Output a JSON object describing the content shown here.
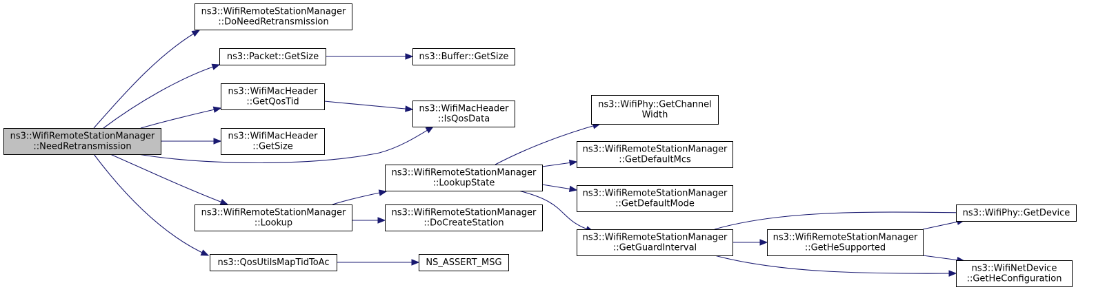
{
  "style": {
    "edge_color": "#191970",
    "node_fill": "#ffffff",
    "root_fill": "#bfbfbf",
    "border_color": "#000000"
  },
  "nodes": [
    {
      "id": "root",
      "name": "node-root-needretransmission",
      "root": true,
      "lines": [
        "ns3::WifiRemoteStationManager",
        "::NeedRetransmission"
      ]
    },
    {
      "id": "doneed",
      "name": "node-doneedretransmission",
      "lines": [
        "ns3::WifiRemoteStationManager",
        "::DoNeedRetransmission"
      ]
    },
    {
      "id": "pktsize",
      "name": "node-packet-getsize",
      "lines": [
        "ns3::Packet::GetSize"
      ]
    },
    {
      "id": "bufsize",
      "name": "node-buffer-getsize",
      "lines": [
        "ns3::Buffer::GetSize"
      ]
    },
    {
      "id": "qostid",
      "name": "node-getqostid",
      "lines": [
        "ns3::WifiMacHeader",
        "::GetQosTid"
      ]
    },
    {
      "id": "isqos",
      "name": "node-isqosdata",
      "lines": [
        "ns3::WifiMacHeader",
        "::IsQosData"
      ]
    },
    {
      "id": "hdrsize",
      "name": "node-wifimacheader-getsize",
      "lines": [
        "ns3::WifiMacHeader",
        "::GetSize"
      ]
    },
    {
      "id": "lookup",
      "name": "node-lookup",
      "lines": [
        "ns3::WifiRemoteStationManager",
        "::Lookup"
      ]
    },
    {
      "id": "qosmap",
      "name": "node-qosutilsmaptidtoac",
      "lines": [
        "ns3::QosUtilsMapTidToAc"
      ]
    },
    {
      "id": "lookupstate",
      "name": "node-lookupstate",
      "lines": [
        "ns3::WifiRemoteStationManager",
        "::LookupState"
      ]
    },
    {
      "id": "docreate",
      "name": "node-docreatestation",
      "lines": [
        "ns3::WifiRemoteStationManager",
        "::DoCreateStation"
      ]
    },
    {
      "id": "assert",
      "name": "node-ns-assert-msg",
      "lines": [
        "NS_ASSERT_MSG"
      ]
    },
    {
      "id": "chanwidth",
      "name": "node-getchannelwidth",
      "lines": [
        "ns3::WifiPhy::GetChannel",
        "Width"
      ]
    },
    {
      "id": "defmcs",
      "name": "node-getdefaultmcs",
      "lines": [
        "ns3::WifiRemoteStationManager",
        "::GetDefaultMcs"
      ]
    },
    {
      "id": "defmode",
      "name": "node-getdefaultmode",
      "lines": [
        "ns3::WifiRemoteStationManager",
        "::GetDefaultMode"
      ]
    },
    {
      "id": "guard",
      "name": "node-getguardinterval",
      "lines": [
        "ns3::WifiRemoteStationManager",
        "::GetGuardInterval"
      ]
    },
    {
      "id": "hesup",
      "name": "node-gethesupported",
      "lines": [
        "ns3::WifiRemoteStationManager",
        "::GetHeSupported"
      ]
    },
    {
      "id": "getdevice",
      "name": "node-wifiphy-getdevice",
      "lines": [
        "ns3::WifiPhy::GetDevice"
      ]
    },
    {
      "id": "heconfig",
      "name": "node-getheconfiguration",
      "lines": [
        "ns3::WifiNetDevice",
        "::GetHeConfiguration"
      ]
    }
  ],
  "edges": [
    {
      "from": "root",
      "to": "doneed"
    },
    {
      "from": "root",
      "to": "pktsize"
    },
    {
      "from": "root",
      "to": "qostid"
    },
    {
      "from": "root",
      "to": "hdrsize"
    },
    {
      "from": "root",
      "to": "isqos"
    },
    {
      "from": "root",
      "to": "lookup"
    },
    {
      "from": "root",
      "to": "qosmap"
    },
    {
      "from": "pktsize",
      "to": "bufsize"
    },
    {
      "from": "qostid",
      "to": "isqos"
    },
    {
      "from": "lookup",
      "to": "lookupstate"
    },
    {
      "from": "lookup",
      "to": "docreate"
    },
    {
      "from": "qosmap",
      "to": "assert"
    },
    {
      "from": "lookupstate",
      "to": "chanwidth"
    },
    {
      "from": "lookupstate",
      "to": "defmcs"
    },
    {
      "from": "lookupstate",
      "to": "defmode"
    },
    {
      "from": "lookupstate",
      "to": "guard"
    },
    {
      "from": "guard",
      "to": "getdevice"
    },
    {
      "from": "guard",
      "to": "hesup"
    },
    {
      "from": "guard",
      "to": "heconfig"
    },
    {
      "from": "hesup",
      "to": "getdevice"
    },
    {
      "from": "hesup",
      "to": "heconfig"
    }
  ]
}
